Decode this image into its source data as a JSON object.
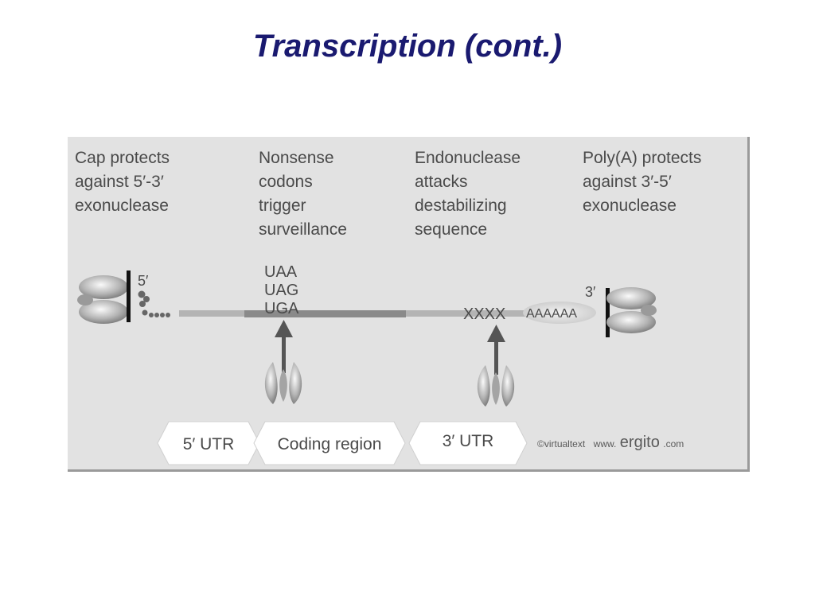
{
  "slide": {
    "title": "Transcription (cont.)"
  },
  "diagram": {
    "captions": {
      "cap": "Cap protects\nagainst 5′-3′\nexonuclease",
      "nonsense": "Nonsense\ncodons\ntrigger\nsurveillance",
      "endonuclease": "Endonuclease\nattacks\ndestabilizing\nsequence",
      "polya": "Poly(A) protects\nagainst 3′-5′\nexonuclease"
    },
    "five_prime": "5′",
    "three_prime": "3′",
    "codons": [
      "UAA",
      "UAG",
      "UGA"
    ],
    "destabilizing": "XXXX",
    "poly_a": "AAAAAA",
    "regions": {
      "utr5": "5′ UTR",
      "coding": "Coding region",
      "utr3": "3′ UTR"
    },
    "credit": {
      "prefix": "©virtualtext",
      "www": "www.",
      "brand": "ergito",
      "suffix": ".com"
    }
  }
}
